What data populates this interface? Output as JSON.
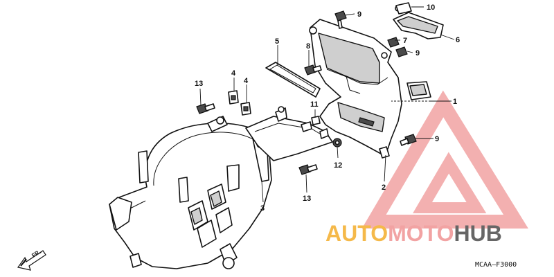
{
  "diagram_code": "MCAA–F3000",
  "direction_label": "FR.",
  "callouts": {
    "c1": "1",
    "c2": "2",
    "c3": "3",
    "c4a": "4",
    "c4b": "4",
    "c5": "5",
    "c6": "6",
    "c7": "7",
    "c8": "8",
    "c9a": "9",
    "c9b": "9",
    "c9c": "9",
    "c10": "10",
    "c11": "11",
    "c12": "12",
    "c13a": "13",
    "c13b": "13"
  },
  "watermark": {
    "part1": "AUTO",
    "part2": "MOTO",
    "part3": "HUB",
    "colors": {
      "auto": "#f5b94a",
      "moto": "#f2a3a3",
      "hub": "#666666",
      "triangle": "#f2a3a3"
    }
  }
}
